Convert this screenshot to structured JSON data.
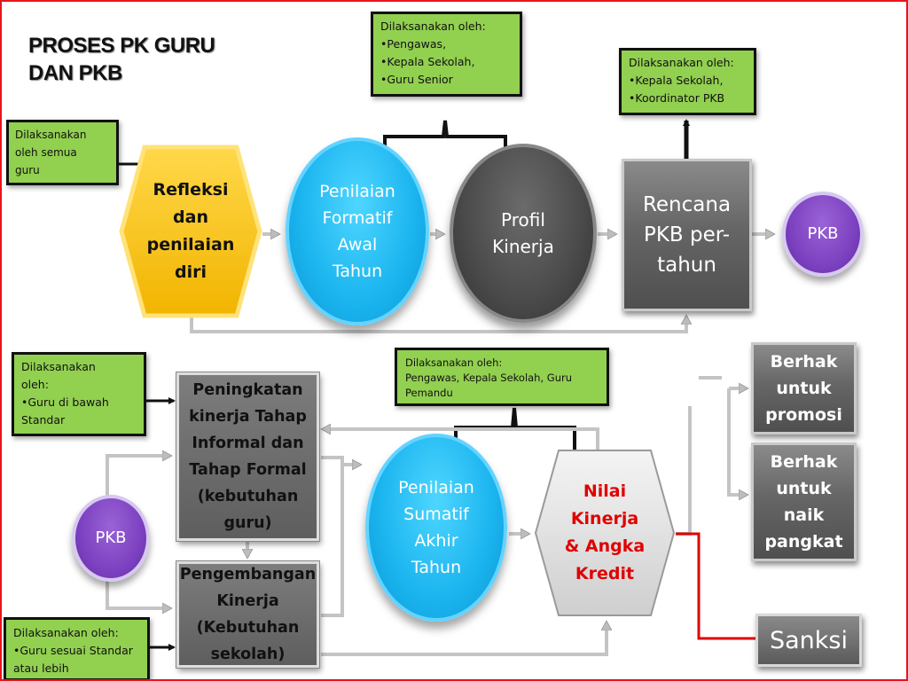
{
  "title": {
    "line1": "PROSES PK GURU",
    "line2": "DAN  PKB"
  },
  "notes": {
    "semua_guru": {
      "lines": [
        "Dilaksanakan",
        "oleh semua",
        "guru"
      ]
    },
    "formatif": {
      "lines": [
        "Dilaksanakan oleh:",
        "•Pengawas,",
        "•Kepala Sekolah,",
        "•Guru  Senior"
      ]
    },
    "rencana": {
      "lines": [
        "Dilaksanakan oleh:",
        "•Kepala Sekolah,",
        "•Koordinator PKB"
      ]
    },
    "bawah_standar": {
      "lines": [
        "Dilaksanakan",
        "oleh:",
        "•Guru di bawah",
        "Standar"
      ]
    },
    "sumatif": {
      "lines": [
        "Dilaksanakan oleh:",
        "Pengawas,  Kepala Sekolah, Guru",
        "Pemandu"
      ]
    },
    "sesuai_standar": {
      "lines": [
        "Dilaksanakan oleh:",
        "•Guru sesuai Standar",
        "atau lebih"
      ]
    }
  },
  "nodes": {
    "refleksi": {
      "lines": [
        "Refleksi",
        "dan",
        "penilaian",
        "diri"
      ]
    },
    "formatif": {
      "lines": [
        "Penilaian",
        "Formatif",
        "Awal",
        "Tahun"
      ]
    },
    "profil": {
      "lines": [
        "Profil",
        "Kinerja"
      ]
    },
    "rencana": {
      "lines": [
        "Rencana",
        "PKB per-",
        "tahun"
      ]
    },
    "pkb_top": {
      "label": "PKB"
    },
    "peningkatan": {
      "lines": [
        "Peningkatan",
        "kinerja Tahap",
        "Informal dan",
        "Tahap Formal",
        "(kebutuhan",
        "guru)"
      ]
    },
    "pengembangan": {
      "lines": [
        "Pengembangan",
        "Kinerja",
        "(Kebutuhan",
        "sekolah)"
      ]
    },
    "pkb_left": {
      "label": "PKB"
    },
    "sumatif": {
      "lines": [
        "Penilaian",
        "Sumatif",
        "Akhir",
        "Tahun"
      ]
    },
    "nilai": {
      "lines": [
        "Nilai",
        "Kinerja",
        "& Angka",
        "Kredit"
      ]
    },
    "promosi": {
      "lines": [
        "Berhak",
        "untuk",
        "promosi"
      ]
    },
    "pangkat": {
      "lines": [
        "Berhak",
        "untuk",
        "naik",
        "pangkat"
      ]
    },
    "sanksi": {
      "label": "Sanksi"
    }
  },
  "colors": {
    "frame": "#e8141c",
    "note_bg": "#92d050",
    "refleksi_fill": "#ffc000",
    "nilai_text": "#e00000",
    "sanksi_line": "#e00000"
  }
}
